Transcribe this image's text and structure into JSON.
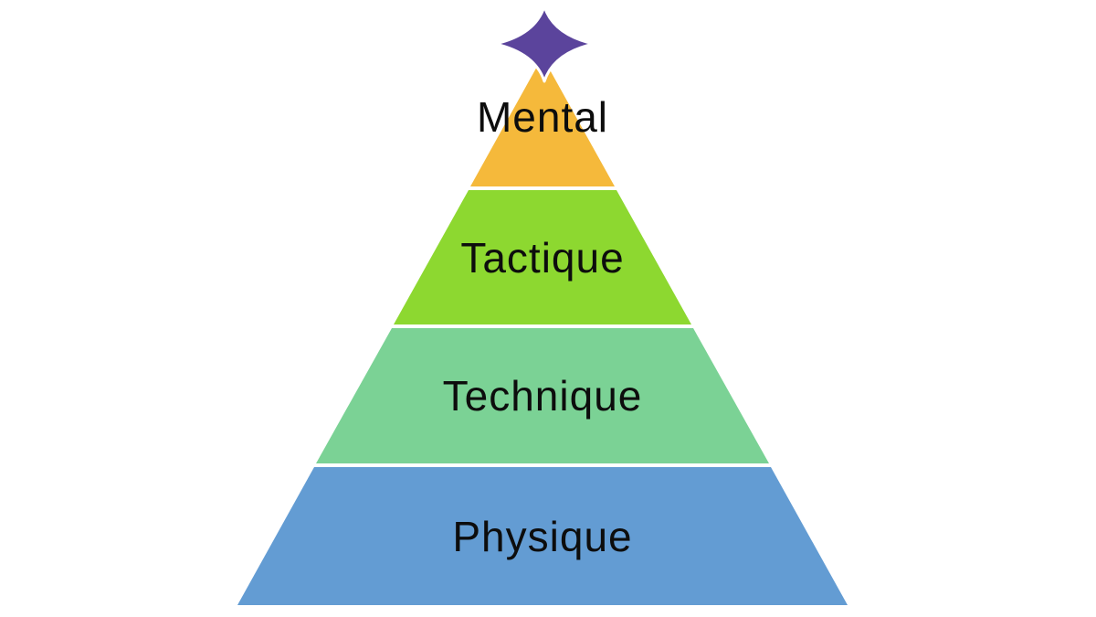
{
  "diagram": {
    "type": "pyramid",
    "levels": [
      {
        "id": "mental",
        "label": "Mental",
        "color": "#F5B93B"
      },
      {
        "id": "tactique",
        "label": "Tactique",
        "color": "#8DD830"
      },
      {
        "id": "technique",
        "label": "Technique",
        "color": "#7BD295"
      },
      {
        "id": "physique",
        "label": "Physique",
        "color": "#639CD3"
      }
    ],
    "star": {
      "color": "#5B449C",
      "outline_color": "#FFFFFF"
    },
    "text_color": "#0D0D0D",
    "separator_color": "#FFFFFF",
    "background_color": "#FFFFFF"
  }
}
